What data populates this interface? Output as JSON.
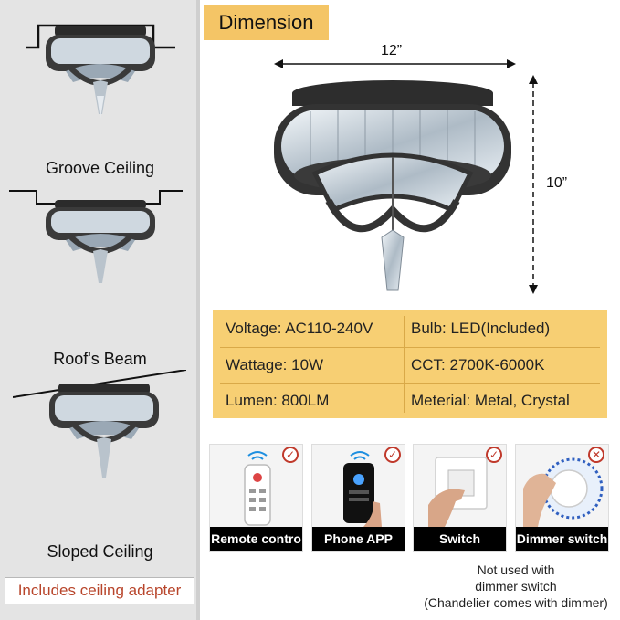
{
  "install_types": [
    {
      "label": "Groove Ceiling"
    },
    {
      "label": "Roof's Beam"
    },
    {
      "label": "Sloped Ceiling"
    }
  ],
  "adapter_note": "Includes ceiling adapter",
  "dimension": {
    "title": "Dimension",
    "width": "12”",
    "height": "10”"
  },
  "specs": {
    "voltage": "Voltage: AC110-240V",
    "bulb": "Bulb: LED(Included)",
    "wattage": "Wattage: 10W",
    "cct": "CCT: 2700K-6000K",
    "lumen": "Lumen: 800LM",
    "material": "Meterial: Metal, Crystal"
  },
  "controls": [
    {
      "label": "Remote contro",
      "status": "check"
    },
    {
      "label": "Phone APP",
      "status": "check"
    },
    {
      "label": "Switch",
      "status": "check"
    },
    {
      "label": "Dimmer switch",
      "status": "cross"
    }
  ],
  "dimmer_note": {
    "line1": "Not used with",
    "line2": "dimmer switch",
    "line3": "(Chandelier comes with dimmer)"
  },
  "colors": {
    "accent": "#f4c566",
    "spec_bg": "#f7cf73",
    "note_red": "#b8452b",
    "mark_red": "#c0392b"
  }
}
